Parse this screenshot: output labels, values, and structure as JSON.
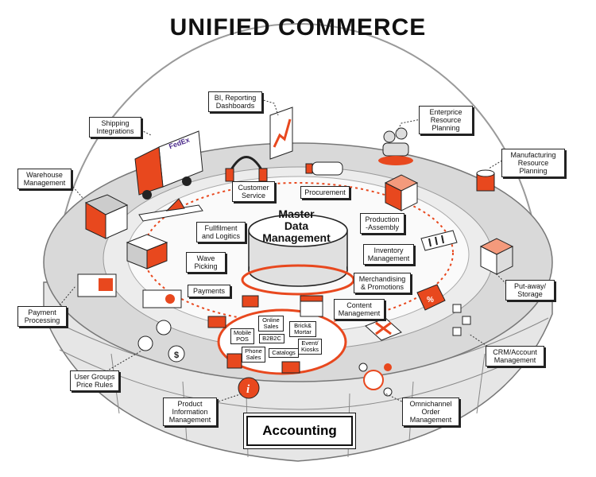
{
  "title": "UNIFIED COMMERCE",
  "core": {
    "label": "Master\nData\nManagement"
  },
  "accounting": "Accounting",
  "outer_labels": {
    "bi": "BI, Reporting\nDashboards",
    "shipping": "Shipping\nIntegrations",
    "erp": "Enterprice\nResource\nPlanning",
    "warehouse": "Warehouse\nManagement",
    "mrp": "Manufacturing\nResource\nPlanning",
    "putaway": "Put-away/\nStorage",
    "crm": "CRM/Account\nManagement",
    "payment_processing": "Payment\nProcessing",
    "user_groups": "User Groups\nPrice Rules",
    "pim": "Product\nInformation\nManagement",
    "omni": "Omnichannel\nOrder\nManagement"
  },
  "inner_labels": {
    "customer_service": "Customer\nService",
    "procurement": "Procurement",
    "fulfilment": "Fullfilment\nand Logitics",
    "production": "Production\n-Assembly",
    "wave": "Wave\nPicking",
    "inventory": "Inventory\nManagement",
    "payments": "Payments",
    "merchandising": "Merchandising\n& Promotions",
    "content": "Content\nManagement"
  },
  "channels": {
    "online": "Online\nSales",
    "brick": "Brick&\nMortar",
    "mobile": "Mobile\nPOS",
    "b2b2c": "B2B2C",
    "event": "Event/\nKiosks",
    "phone": "Phone\nSales",
    "catalogs": "Catalogs"
  },
  "icon_text": {
    "truck_brand_1": "FedEx",
    "percent": "%",
    "dollar": "$",
    "info": "i"
  },
  "colors": {
    "accent": "#e8481e",
    "ink": "#1a1a1a",
    "platform": "#dcdcdc",
    "dome": "#9a9a9a"
  }
}
